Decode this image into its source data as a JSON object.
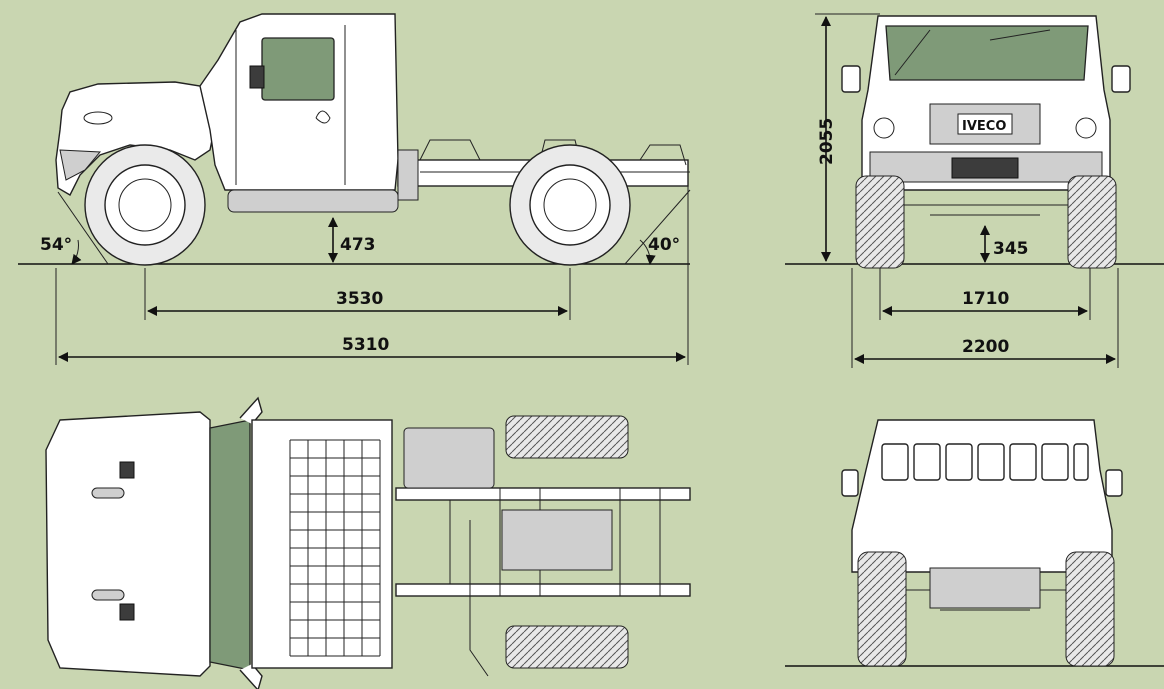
{
  "brand": {
    "badge": "IVECO"
  },
  "dimensions": {
    "approach_angle": "54°",
    "departure_angle": "40°",
    "side_ground_clearance": "473",
    "wheelbase": "3530",
    "overall_length": "5310",
    "overall_height": "2055",
    "front_ground_clearance": "345",
    "track_width": "1710",
    "overall_width": "2200"
  },
  "colors": {
    "background": "#c9d6b1",
    "glass": "#7f9a78",
    "line": "#111111"
  },
  "views": {
    "side": "side-view",
    "front": "front-view",
    "top": "top-view",
    "rear": "rear-view"
  }
}
